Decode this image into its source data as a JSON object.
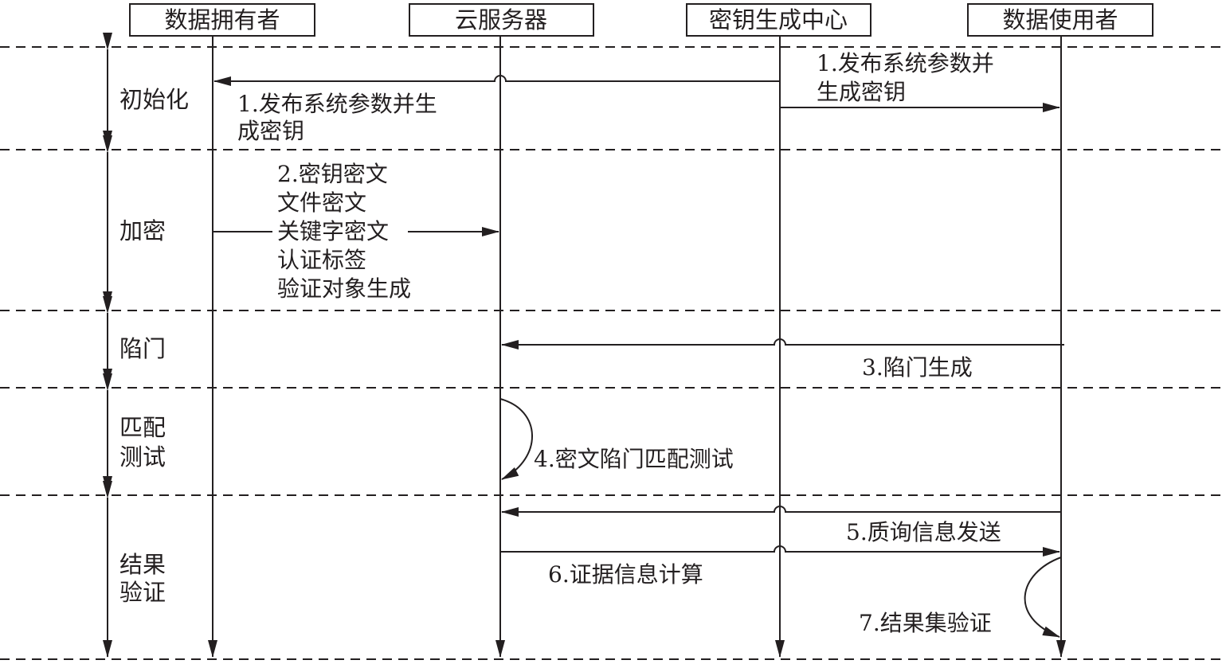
{
  "actors": [
    {
      "label": "数据拥有者"
    },
    {
      "label": "云服务器"
    },
    {
      "label": "密钥生成中心"
    },
    {
      "label": "数据使用者"
    }
  ],
  "phases": [
    {
      "label_lines": [
        "初始化"
      ]
    },
    {
      "label_lines": [
        "加密"
      ]
    },
    {
      "label_lines": [
        "陷门"
      ]
    },
    {
      "label_lines": [
        "匹配",
        "测试"
      ]
    },
    {
      "label_lines": [
        "结果",
        "验证"
      ]
    }
  ],
  "messages": {
    "init_owner": {
      "lines": [
        "1.发布系统参数并生",
        "成密钥"
      ]
    },
    "init_user": {
      "lines": [
        "1.发布系统参数并",
        "生成密钥"
      ]
    },
    "encrypt": {
      "lines": [
        "2.密钥密文",
        "文件密文",
        "关键字密文",
        "认证标签",
        "验证对象生成"
      ]
    },
    "trapdoor": {
      "lines": [
        "3.陷门生成"
      ]
    },
    "match": {
      "lines": [
        "4.密文陷门匹配测试"
      ]
    },
    "challenge": {
      "lines": [
        "5.质询信息发送"
      ]
    },
    "proof": {
      "lines": [
        "6.证据信息计算"
      ]
    },
    "verify": {
      "lines": [
        "7.结果集验证"
      ]
    }
  }
}
